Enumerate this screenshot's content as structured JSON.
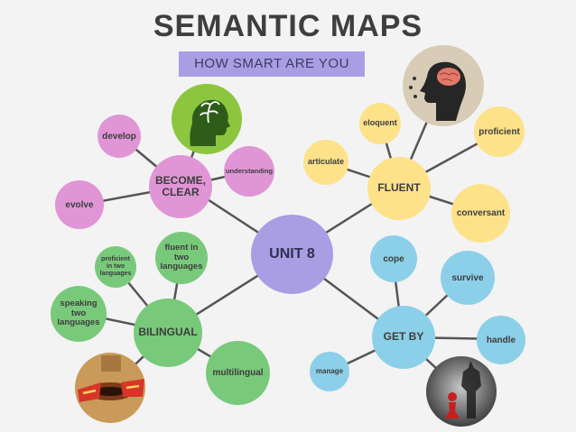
{
  "title": "SEMANTIC MAPS",
  "subtitle": "HOW SMART ARE YOU",
  "center": {
    "label": "UNIT 8"
  },
  "hubs": {
    "become_clear": "BECOME,\nCLEAR",
    "fluent": "FLUENT",
    "bilingual": "BILINGUAL",
    "get_by": "GET BY"
  },
  "leaves": {
    "develop": "develop",
    "evolve": "evolve",
    "understanding": "understanding",
    "eloquent": "eloquent",
    "articulate": "articulate",
    "proficient": "proficient",
    "conversant": "conversant",
    "proficient_in_two_languages": "proficient\nin two\nlanguages",
    "fluent_in_two_languages": "fluent in\ntwo\nlanguages",
    "speaking_two_languages": "speaking\ntwo\nlanguages",
    "multilingual": "multilingual",
    "cope": "cope",
    "survive": "survive",
    "handle": "handle",
    "manage": "manage"
  },
  "colors": {
    "become_clear": "#e096d6",
    "fluent": "#fde28a",
    "bilingual": "#79c97b",
    "get_by": "#8ccfe8",
    "center": "#a99ee3"
  },
  "images": {
    "plant_head": "head-with-sprout-illustration",
    "brain_head": "head-with-brain-illustration",
    "speaking_mouth": "mouth-speaking-words-illustration",
    "chess": "chess-pawn-and-king-shadow-illustration"
  }
}
